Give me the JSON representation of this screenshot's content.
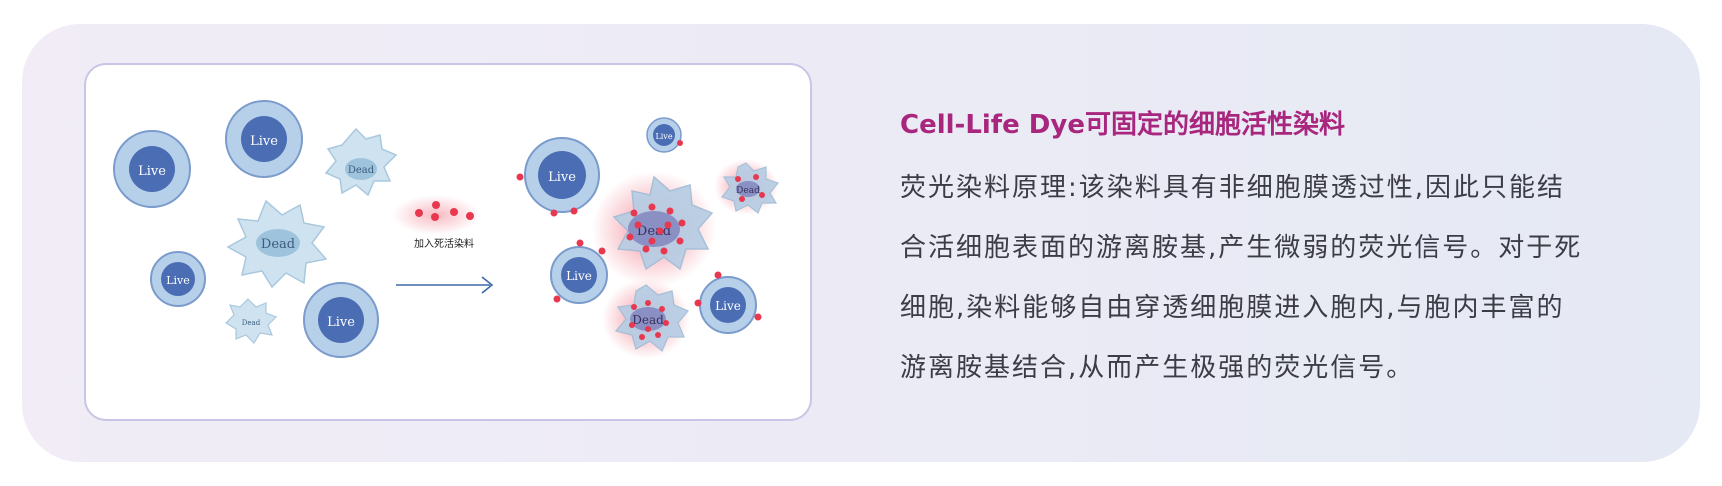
{
  "heading": "Cell-Life Dye可固定的细胞活性染料",
  "body_lines": [
    "荧光染料原理:该染料具有非细胞膜透过性,因此只能结",
    "合活细胞表面的游离胺基,产生微弱的荧光信号。对于死",
    "细胞,染料能够自由穿透细胞膜进入胞内,与胞内丰富的",
    "游离胺基结合,从而产生极强的荧光信号。"
  ],
  "diagram": {
    "live_label": "Live",
    "dead_label": "Dead",
    "arrow_label": "加入死活染料"
  },
  "colors": {
    "heading": "#a8267d",
    "live_cell": "#4a6db4",
    "dead_cell": "#b7d3e6",
    "dye": "#e8384f"
  }
}
